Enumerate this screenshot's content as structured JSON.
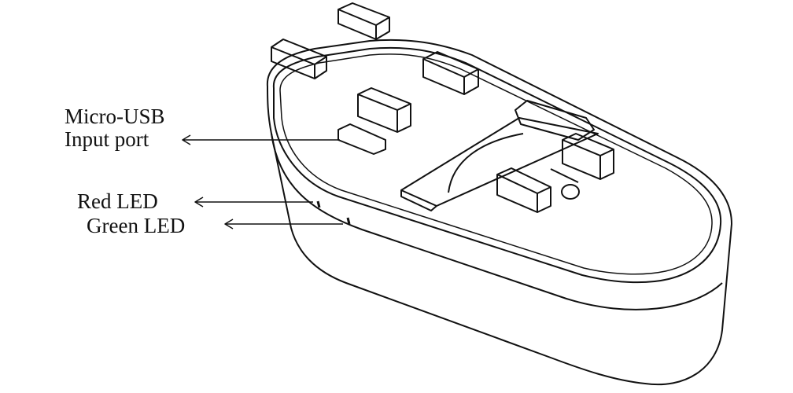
{
  "labels": {
    "micro_usb_line1": "Micro-USB",
    "micro_usb_line2": "Input port",
    "red_led": "Red LED",
    "green_led": "Green LED"
  },
  "colors": {
    "stroke": "#111111",
    "background": "#ffffff"
  }
}
